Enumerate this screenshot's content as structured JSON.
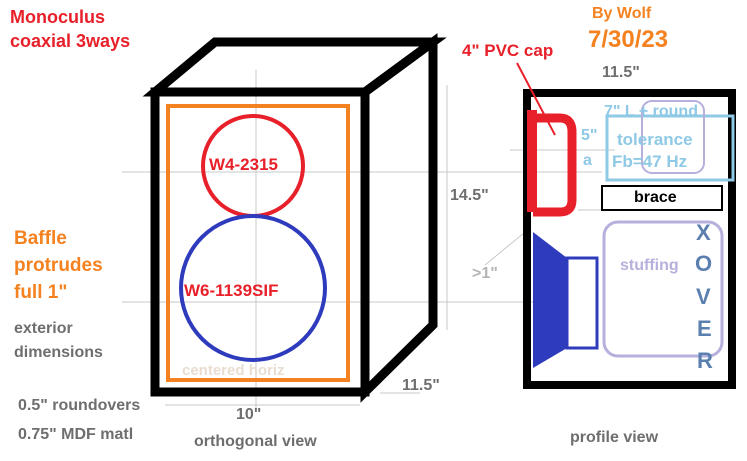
{
  "title": {
    "line1": "Monoculus",
    "line2": "coaxial 3ways"
  },
  "author": {
    "by": "By Wolf",
    "date": "7/30/23"
  },
  "labels": {
    "pvc_cap": "4\" PVC cap",
    "top_depth": "11.5\"",
    "height": "14.5\"",
    "depth_bottom": "11.5\"",
    "width": "10\"",
    "tweeter": "W4-2315",
    "woofer": "W6-1139SIF",
    "baffle_line1": "Baffle",
    "baffle_line2": "protrudes",
    "baffle_line3": "full 1\"",
    "exterior_line1": "exterior",
    "exterior_line2": "dimensions",
    "roundovers": "0.5\" roundovers",
    "mdf": "0.75\" MDF matl",
    "centered": "centered horiz",
    "orthogonal_view": "orthogonal view",
    "profile_view": "profile view",
    "port_line1": "7\" L + round",
    "port_line2": "tolerance",
    "fb": "Fb=47 Hz",
    "port_size_5": "5\"",
    "port_size_a": "a",
    "brace": "brace",
    "stuffing": "stuffing",
    "xover": [
      "X",
      "O",
      "V",
      "E",
      "R"
    ],
    "gt1": ">1\""
  },
  "colors": {
    "cabinet_outline": "#000000",
    "baffle": "#f58220",
    "tweeter": "#e8202a",
    "woofer": "#2f3bbd",
    "pvc_cap": "#e8202a",
    "port": "#8ec9e6",
    "stuffing": "#b5b0dc",
    "guide_lines": "#c8c8c8"
  }
}
